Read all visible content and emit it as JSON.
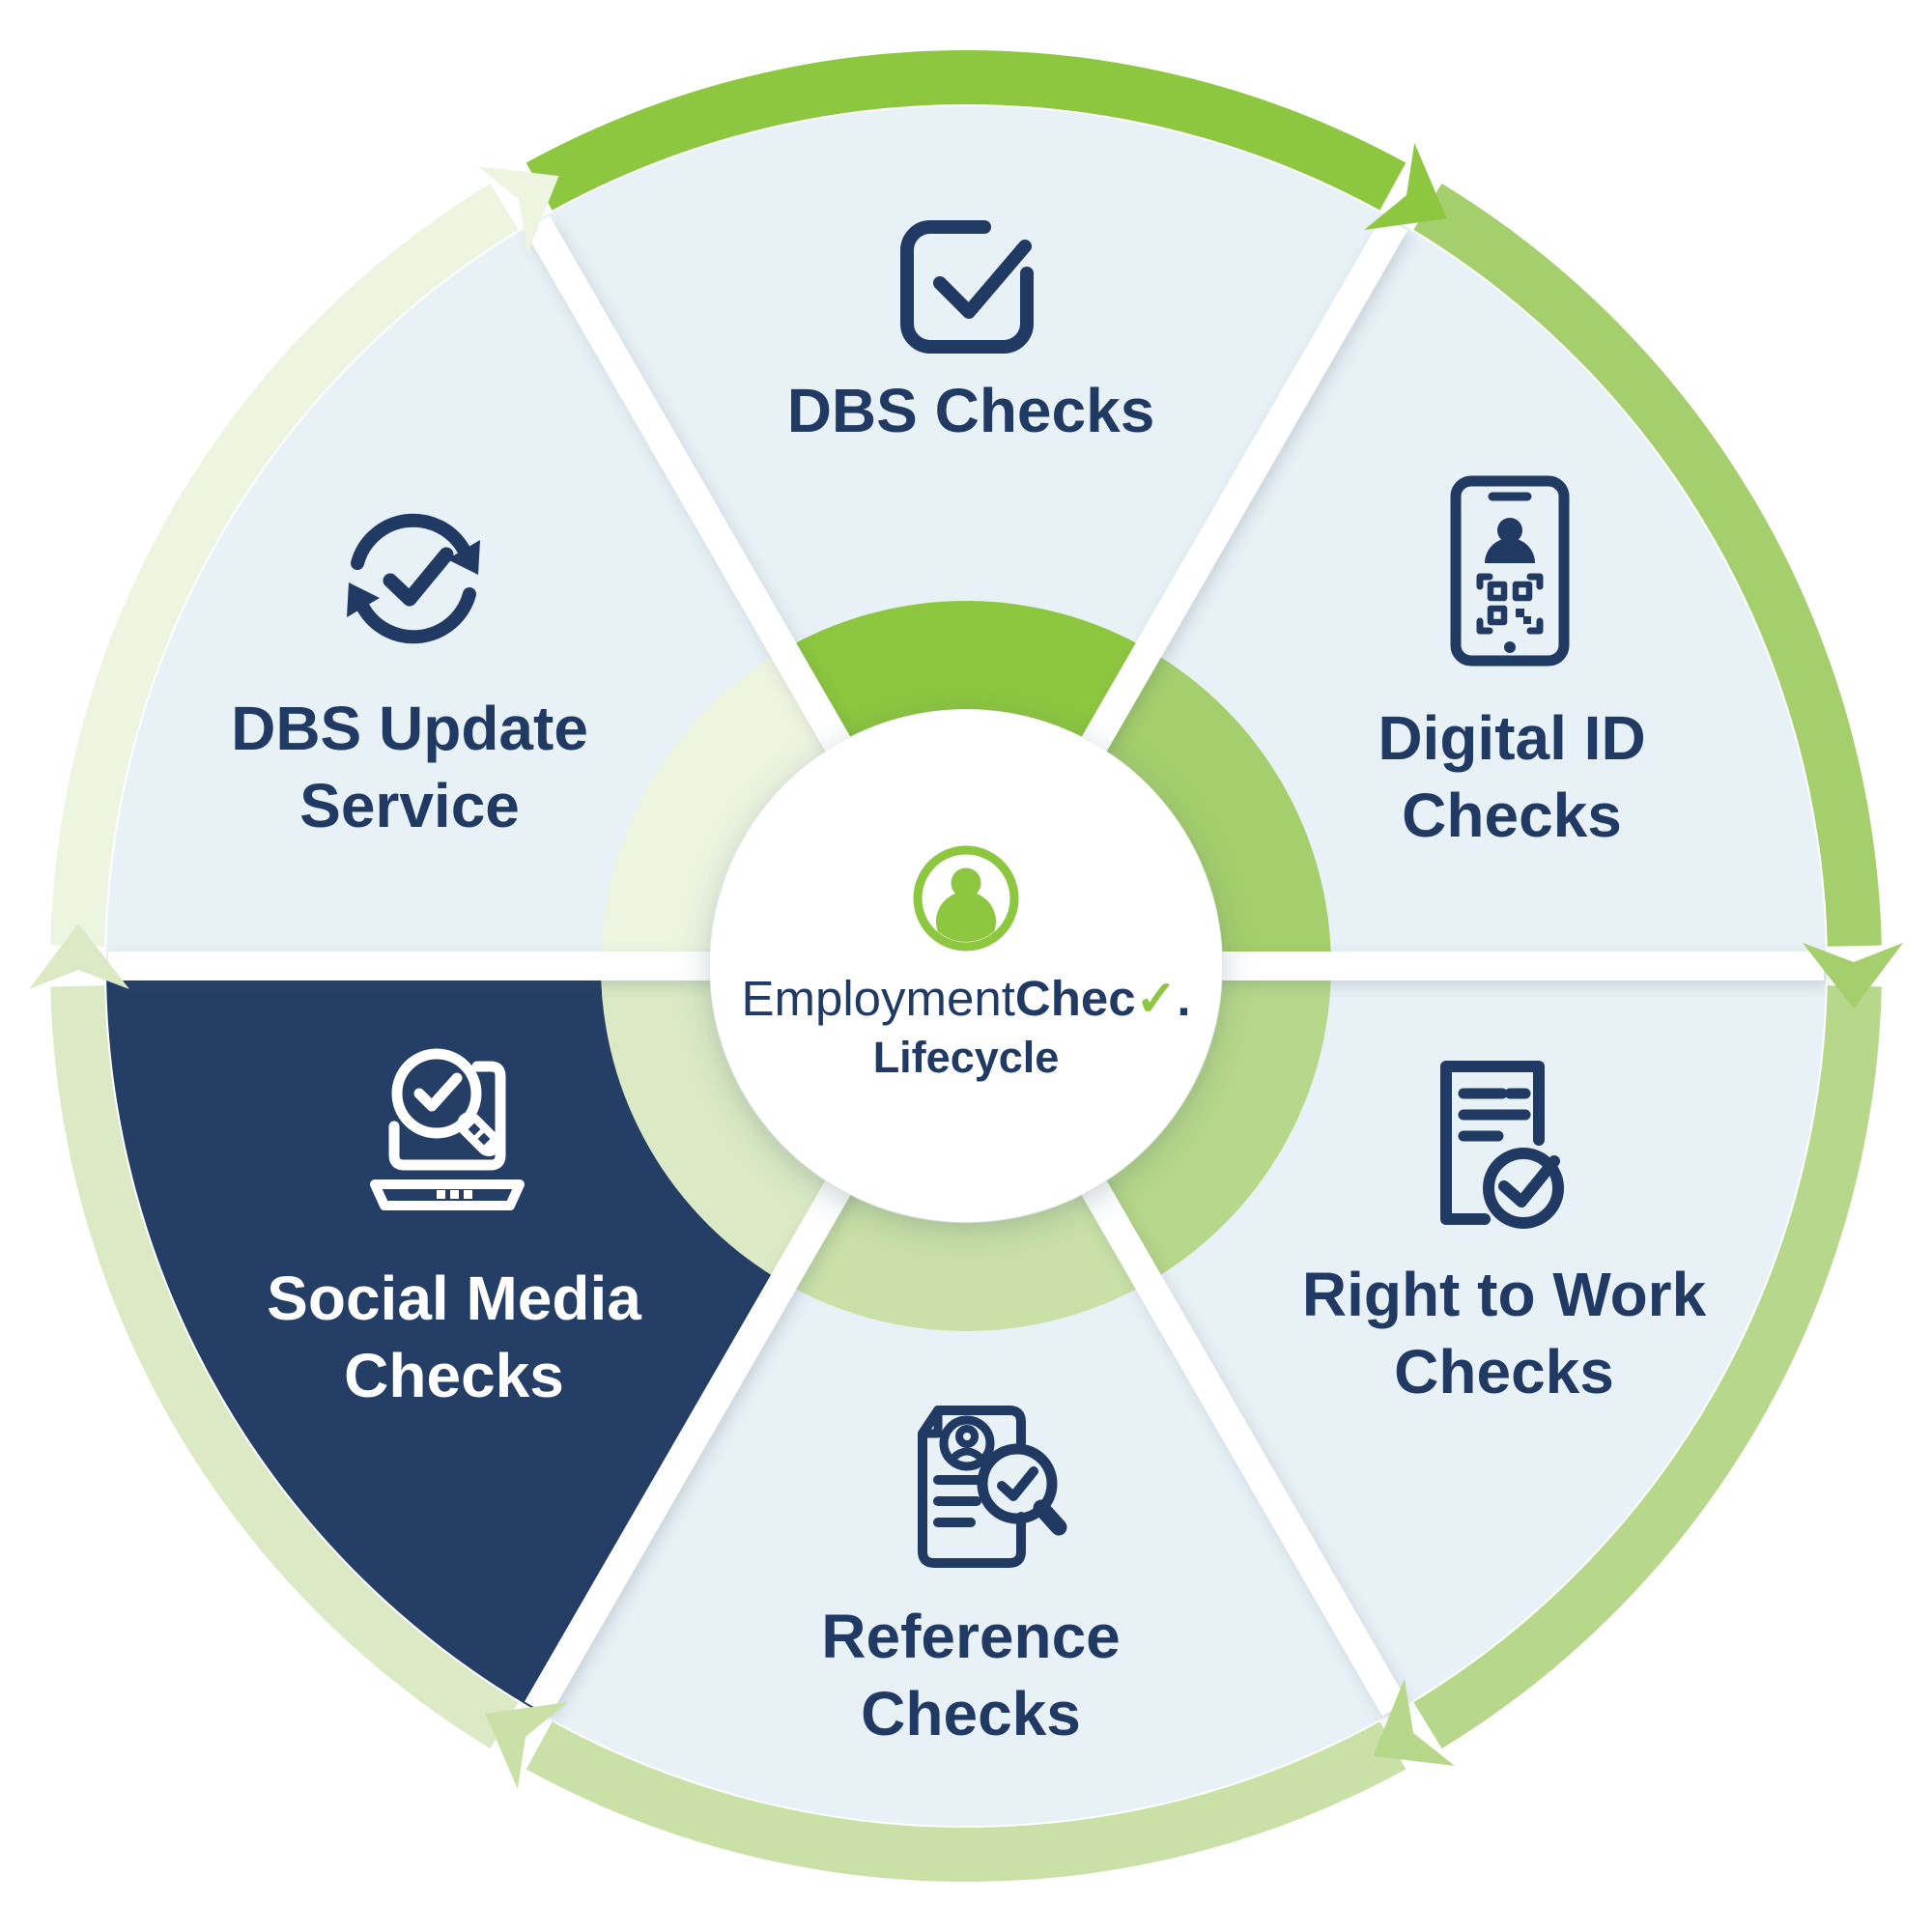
{
  "hub": {
    "logo_icon": "person-circle-icon",
    "brand_part1": "Employment",
    "brand_part2": "Chec",
    "brand_check_glyph": "✓",
    "brand_suffix": ".",
    "subtitle": "Lifecycle"
  },
  "segments": [
    {
      "id": "dbs-checks",
      "lines": [
        "DBS Checks"
      ],
      "icon": "checkbox-check-icon",
      "highlighted": false
    },
    {
      "id": "digital-id-checks",
      "lines": [
        "Digital ID",
        "Checks"
      ],
      "icon": "phone-digital-id-icon",
      "highlighted": false
    },
    {
      "id": "right-to-work-checks",
      "lines": [
        "Right to Work",
        "Checks"
      ],
      "icon": "document-check-icon",
      "highlighted": false
    },
    {
      "id": "reference-checks",
      "lines": [
        "Reference",
        "Checks"
      ],
      "icon": "cv-magnifier-check-icon",
      "highlighted": false
    },
    {
      "id": "social-media-checks",
      "lines": [
        "Social Media",
        "Checks"
      ],
      "icon": "laptop-magnifier-check-icon",
      "highlighted": true
    },
    {
      "id": "dbs-update-service",
      "lines": [
        "DBS Update",
        "Service"
      ],
      "icon": "sync-check-icon",
      "highlighted": false
    }
  ],
  "colors": {
    "navy": "#213A63",
    "wedge_navy": "#253E66",
    "wedge_blue": "#E8F1F6",
    "green": "#8DC63F",
    "inner_ring_pale": "#E6EFD4",
    "white": "#FFFFFF",
    "arc_colors": [
      "#8DC63F",
      "#A5CE6C",
      "#B7D78A",
      "#C9E0A7",
      "#DBE9C4",
      "#EDF4E0"
    ]
  }
}
